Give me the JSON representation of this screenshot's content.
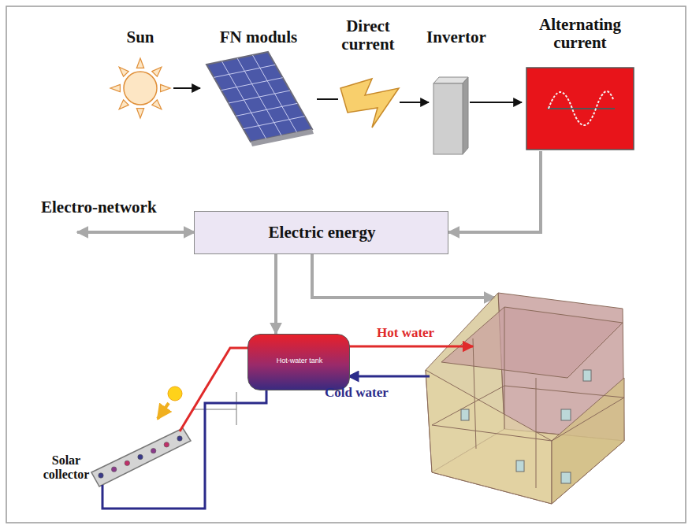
{
  "diagram": {
    "nodes": [
      {
        "text": [
          "Sun"
        ]
      },
      {
        "text": [
          "FN moduls"
        ]
      },
      {
        "text": [
          "Direct current"
        ]
      },
      {
        "text": [
          "Invertor"
        ]
      },
      {
        "text": [
          "Alternating current"
        ]
      },
      {
        "text": [
          "Electric energy"
        ]
      },
      {
        "text": [
          "Hot-water tank"
        ]
      },
      {
        "text": [
          "Solar collector"
        ]
      }
    ],
    "edges": [
      {
        "from": 0,
        "to": 1,
        "arrow": "to"
      },
      {
        "from": 1,
        "to": 2,
        "arrow": "none"
      },
      {
        "from": 2,
        "to": 3,
        "arrow": "to"
      },
      {
        "from": 3,
        "to": 4,
        "arrow": "to"
      },
      {
        "from": 4,
        "to": 5,
        "arrow": "to"
      },
      {
        "from": 5,
        "to": 6,
        "arrow": "to"
      },
      {
        "from": 7,
        "to": 6,
        "arrow": "none"
      },
      {
        "from": 6,
        "to": 7,
        "arrow": "none"
      }
    ],
    "labels": [
      "Electro-network",
      "Hot water",
      "Cold water"
    ]
  }
}
